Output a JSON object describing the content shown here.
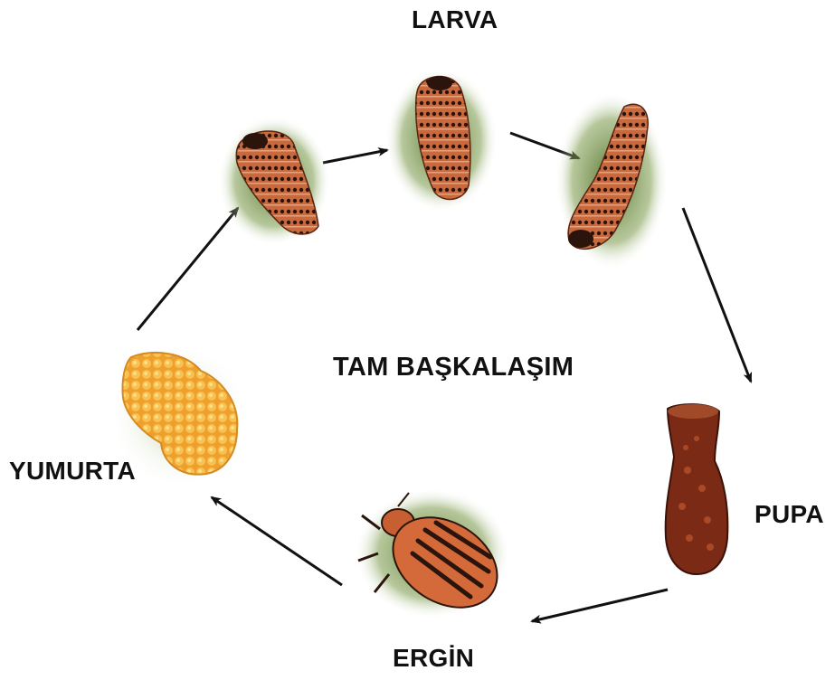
{
  "diagram": {
    "title": "TAM BAŞKALAŞIM",
    "stages": {
      "larva": "LARVA",
      "pupa": "PUPA",
      "adult": "ERGİN",
      "egg": "YUMURTA"
    }
  },
  "colors": {
    "background": "#ffffff",
    "label": "#111111",
    "arrow": "#111111",
    "leaf": "#5d7d33",
    "larva_body": "#c7603a",
    "larva_spots": "#2b1208",
    "pupa_body": "#7a2a15",
    "egg": "#f2a431",
    "adult_body": "#d46a3a",
    "adult_stripes": "#2b140b"
  }
}
